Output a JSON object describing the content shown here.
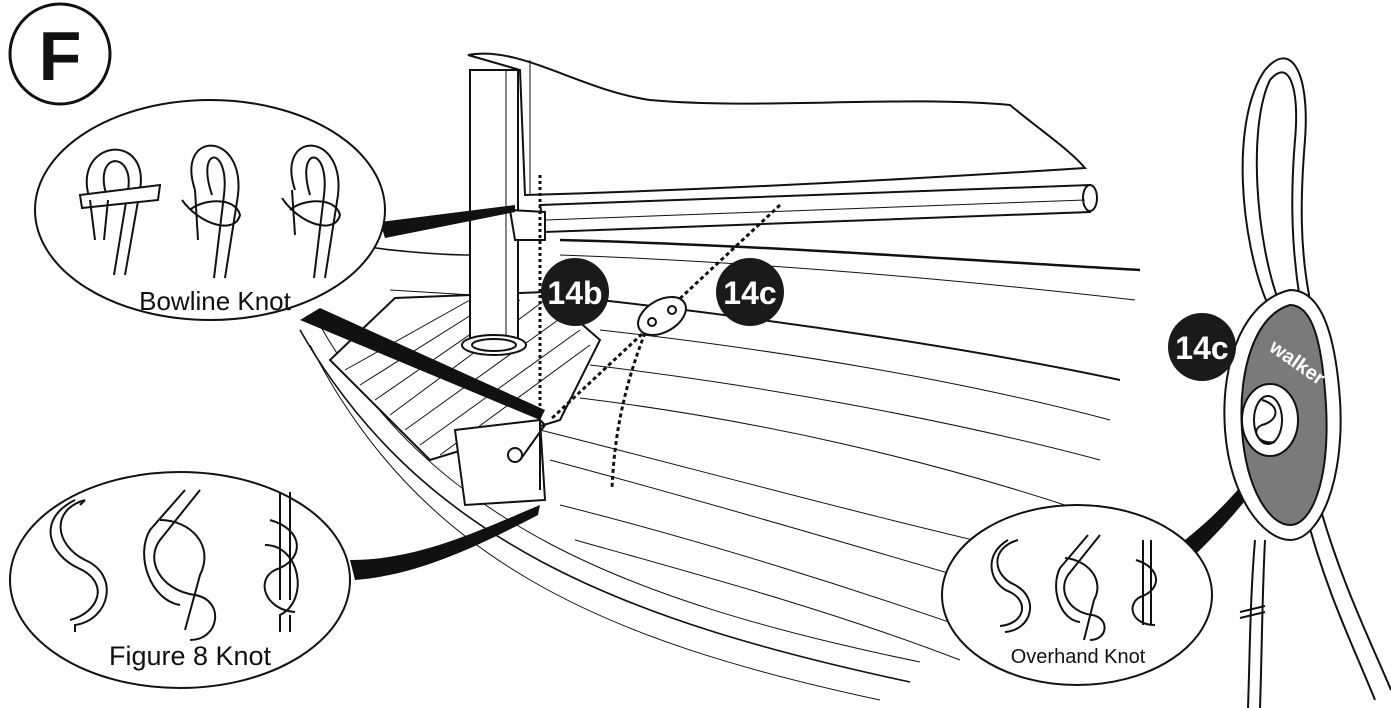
{
  "step": {
    "letter": "F"
  },
  "knots": {
    "bowline": "Bowline Knot",
    "figure8": "Figure 8 Knot",
    "overhand": "Overhand Knot"
  },
  "callouts": {
    "b14b": "14b",
    "b14c": "14c",
    "b14c_detail": "14c"
  },
  "detail": {
    "brand": "walker"
  },
  "colors": {
    "ink": "#111111",
    "badge": "#1a1a1a",
    "block": "#7a7a7a",
    "paper": "#ffffff"
  }
}
